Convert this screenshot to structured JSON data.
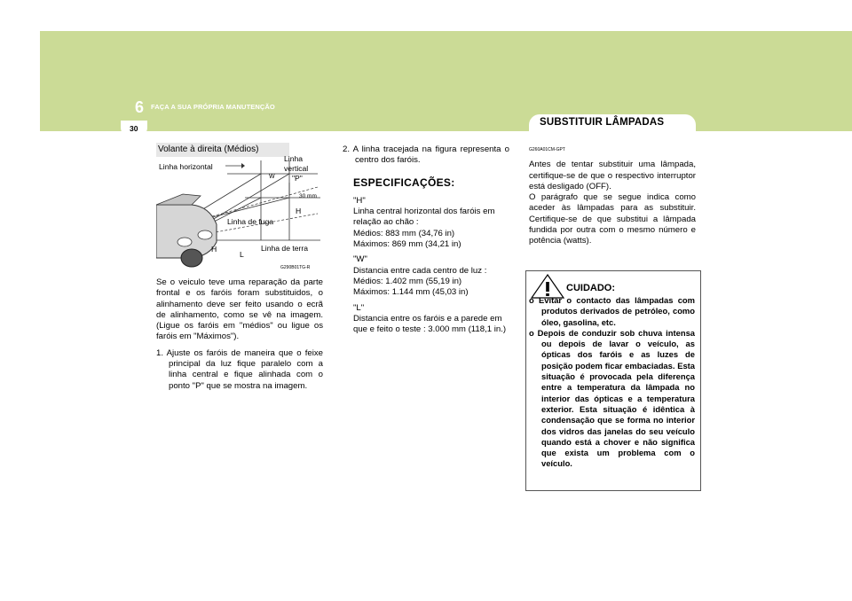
{
  "header": {
    "chapter_number": "6",
    "chapter_title": "FAÇA A SUA PRÓPRIA MANUTENÇÃO",
    "page_number": "30",
    "section_title": "SUBSTITUIR LÂMPADAS"
  },
  "figure": {
    "title": "Volante à direita (Médios)",
    "labels": {
      "linha_horizontal": "Linha  horizontal",
      "linha_vertical_1": "Linha",
      "linha_vertical_2": "vertical",
      "p": "\"P\"",
      "w": "W",
      "mm30": "30 mm",
      "h_right": "H",
      "linha_de_fuga": "Linha de fuga",
      "h_left": "H",
      "l": "L",
      "linha_de_terra": "Linha de terra"
    },
    "code": "G290B01TG-R"
  },
  "col1": {
    "para": "Se o veiculo teve uma reparação da parte frontal e os faróis foram substituidos, o alinhamento deve ser feito usando o ecrã de alinhamento, como se vê na imagem. (Ligue os faróis em \"médios\" ou ligue os faróis em \"Máximos\").",
    "item1": "1. Ajuste os faróis de maneira que o feixe principal da luz fique paralelo com a linha central e fique alinhada com o ponto \"P\" que se mostra na imagem."
  },
  "col2": {
    "item2": "2. A linha tracejada na figura representa o centro dos faróis.",
    "spec_heading": "ESPECIFICAÇÕES:",
    "h_label": "\"H\"",
    "h_desc": "Linha central horizontal dos faróis em relação ao chão :",
    "h_med": "Médios: 883 mm (34,76 in)",
    "h_max": "Máximos: 869 mm (34,21 in)",
    "w_label": "\"W\"",
    "w_desc": "Distancia entre cada centro de luz :",
    "w_med": "Médios: 1.402 mm (55,19 in)",
    "w_max": "Máximos: 1.144 mm (45,03 in)",
    "l_label": "\"L\"",
    "l_desc": "Distancia entre os faróis e a parede em que e feito o teste : 3.000 mm (118,1 in.)"
  },
  "col3": {
    "code": "G260A01CM-GPT",
    "para1": "Antes de tentar substituir uma lâmpada, certifique-se de que o respectivo interruptor está desligado (OFF).",
    "para2": "O parágrafo que se segue indica como aceder às lâmpadas para as substituir. Certifique-se de que substitui a lâmpada fundida por outra com o mesmo número e potência (watts)."
  },
  "caution": {
    "title": "CUIDADO:",
    "item1": "o  Evitar o contacto das lâmpadas com produtos derivados de petróleo, como óleo, gasolina, etc.",
    "item2": "o  Depois de conduzir sob chuva intensa ou depois de lavar o veículo, as ópticas dos faróis e as luzes de posição podem ficar embaciadas. Esta situação é provocada pela diferença entre a temperatura da lâmpada no interior das ópticas e a temperatura exterior. Esta situação é idêntica à condensação que se forma no interior dos vidros das janelas do seu veículo quando está a chover e não significa que exista um problema com o veículo."
  }
}
